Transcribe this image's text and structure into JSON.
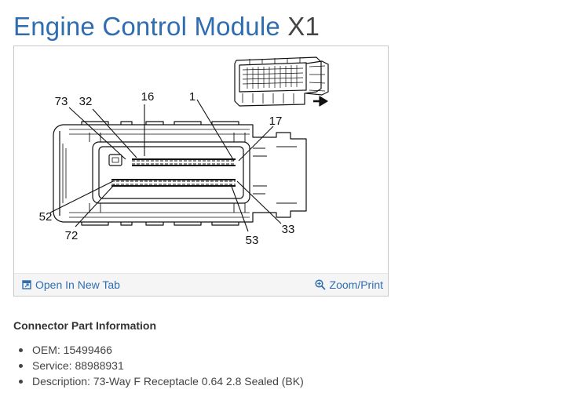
{
  "page": {
    "title": "Engine Control Module",
    "title_suffix": "X1"
  },
  "diagram": {
    "pin_labels": {
      "p73": "73",
      "p32": "32",
      "p16": "16",
      "p1": "1",
      "p17": "17",
      "p52": "52",
      "p72": "72",
      "p53": "53",
      "p33": "33"
    }
  },
  "figure_toolbar": {
    "open_label": "Open In New Tab",
    "zoom_label": "Zoom/Print",
    "open_icon": "open-in-new-tab-icon",
    "zoom_icon": "magnifier-plus-icon"
  },
  "connector_info": {
    "heading": "Connector Part Information",
    "items": [
      "OEM: 15499466",
      "Service: 88988931",
      "Description: 73-Way F Receptacle 0.64 2.8 Sealed (BK)"
    ]
  },
  "colors": {
    "title_blue": "#2f6db1",
    "link_blue": "#2f6db1"
  }
}
